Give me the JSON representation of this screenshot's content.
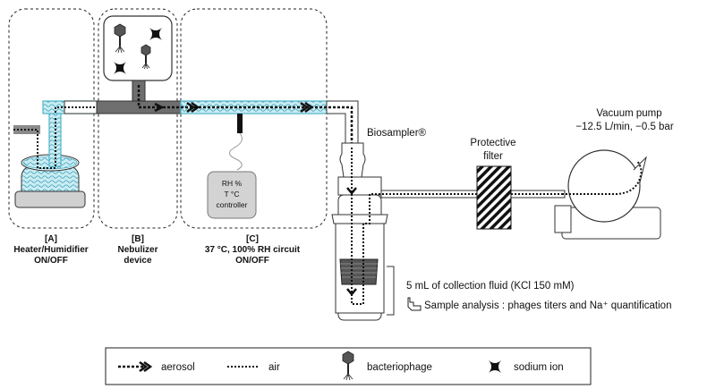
{
  "stages": [
    {
      "tag": "[A]",
      "line1": "Heater/Humidifier",
      "line2": "ON/OFF"
    },
    {
      "tag": "[B]",
      "line1": "Nebulizer",
      "line2": "device"
    },
    {
      "tag": "[C]",
      "line1": "37 °C, 100% RH circuit",
      "line2": "ON/OFF"
    }
  ],
  "controller": {
    "line1": "RH %",
    "line2": "T °C",
    "line3": "controller"
  },
  "labels": {
    "biosampler": "Biosampler®",
    "filter_line1": "Protective",
    "filter_line2": "filter",
    "pump_line1": "Vacuum pump",
    "pump_line2": "−12.5 L/min, −0.5 bar",
    "collection": "5 mL of collection fluid (KCl 150 mM)",
    "analysis": "Sample analysis : phages titers and Na⁺ quantification"
  },
  "legend": {
    "aerosol": "aerosol",
    "air": "air",
    "bacteriophage": "bacteriophage",
    "sodium": "sodium ion"
  },
  "icons": [
    "arrow-right-icon",
    "bacteriophage-icon",
    "sodium-ion-icon"
  ],
  "colors": {
    "humid_tube": "#c9ecf3",
    "humid_border": "#4fb3c8",
    "grey_tube": "#6e6e6e",
    "line": "#222222"
  }
}
